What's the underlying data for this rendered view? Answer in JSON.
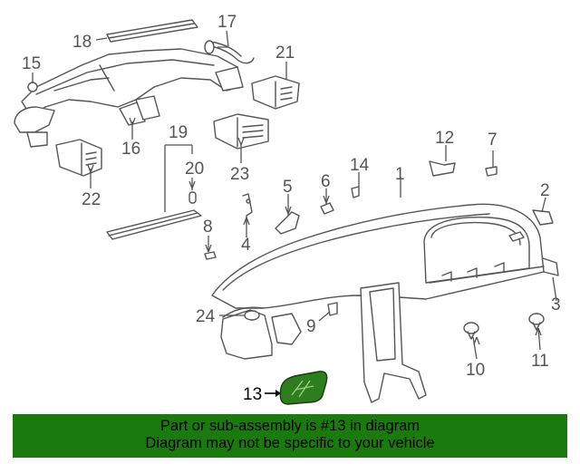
{
  "callouts": {
    "c1": "1",
    "c2": "2",
    "c3": "3",
    "c4": "4",
    "c5": "5",
    "c6": "6",
    "c7": "7",
    "c8": "8",
    "c9": "9",
    "c10": "10",
    "c11": "11",
    "c12": "12",
    "c13": "13",
    "c14": "14",
    "c15": "15",
    "c16": "16",
    "c17": "17",
    "c18": "18",
    "c19": "19",
    "c20": "20",
    "c21": "21",
    "c22": "22",
    "c23": "23",
    "c24": "24"
  },
  "highlight": {
    "part": "13",
    "color": "#2e7d1e"
  },
  "banner": {
    "line1": "Part or sub-assembly is #13 in diagram",
    "line2": "Diagram may not be specific to your vehicle",
    "background": "#1a7a0e"
  }
}
